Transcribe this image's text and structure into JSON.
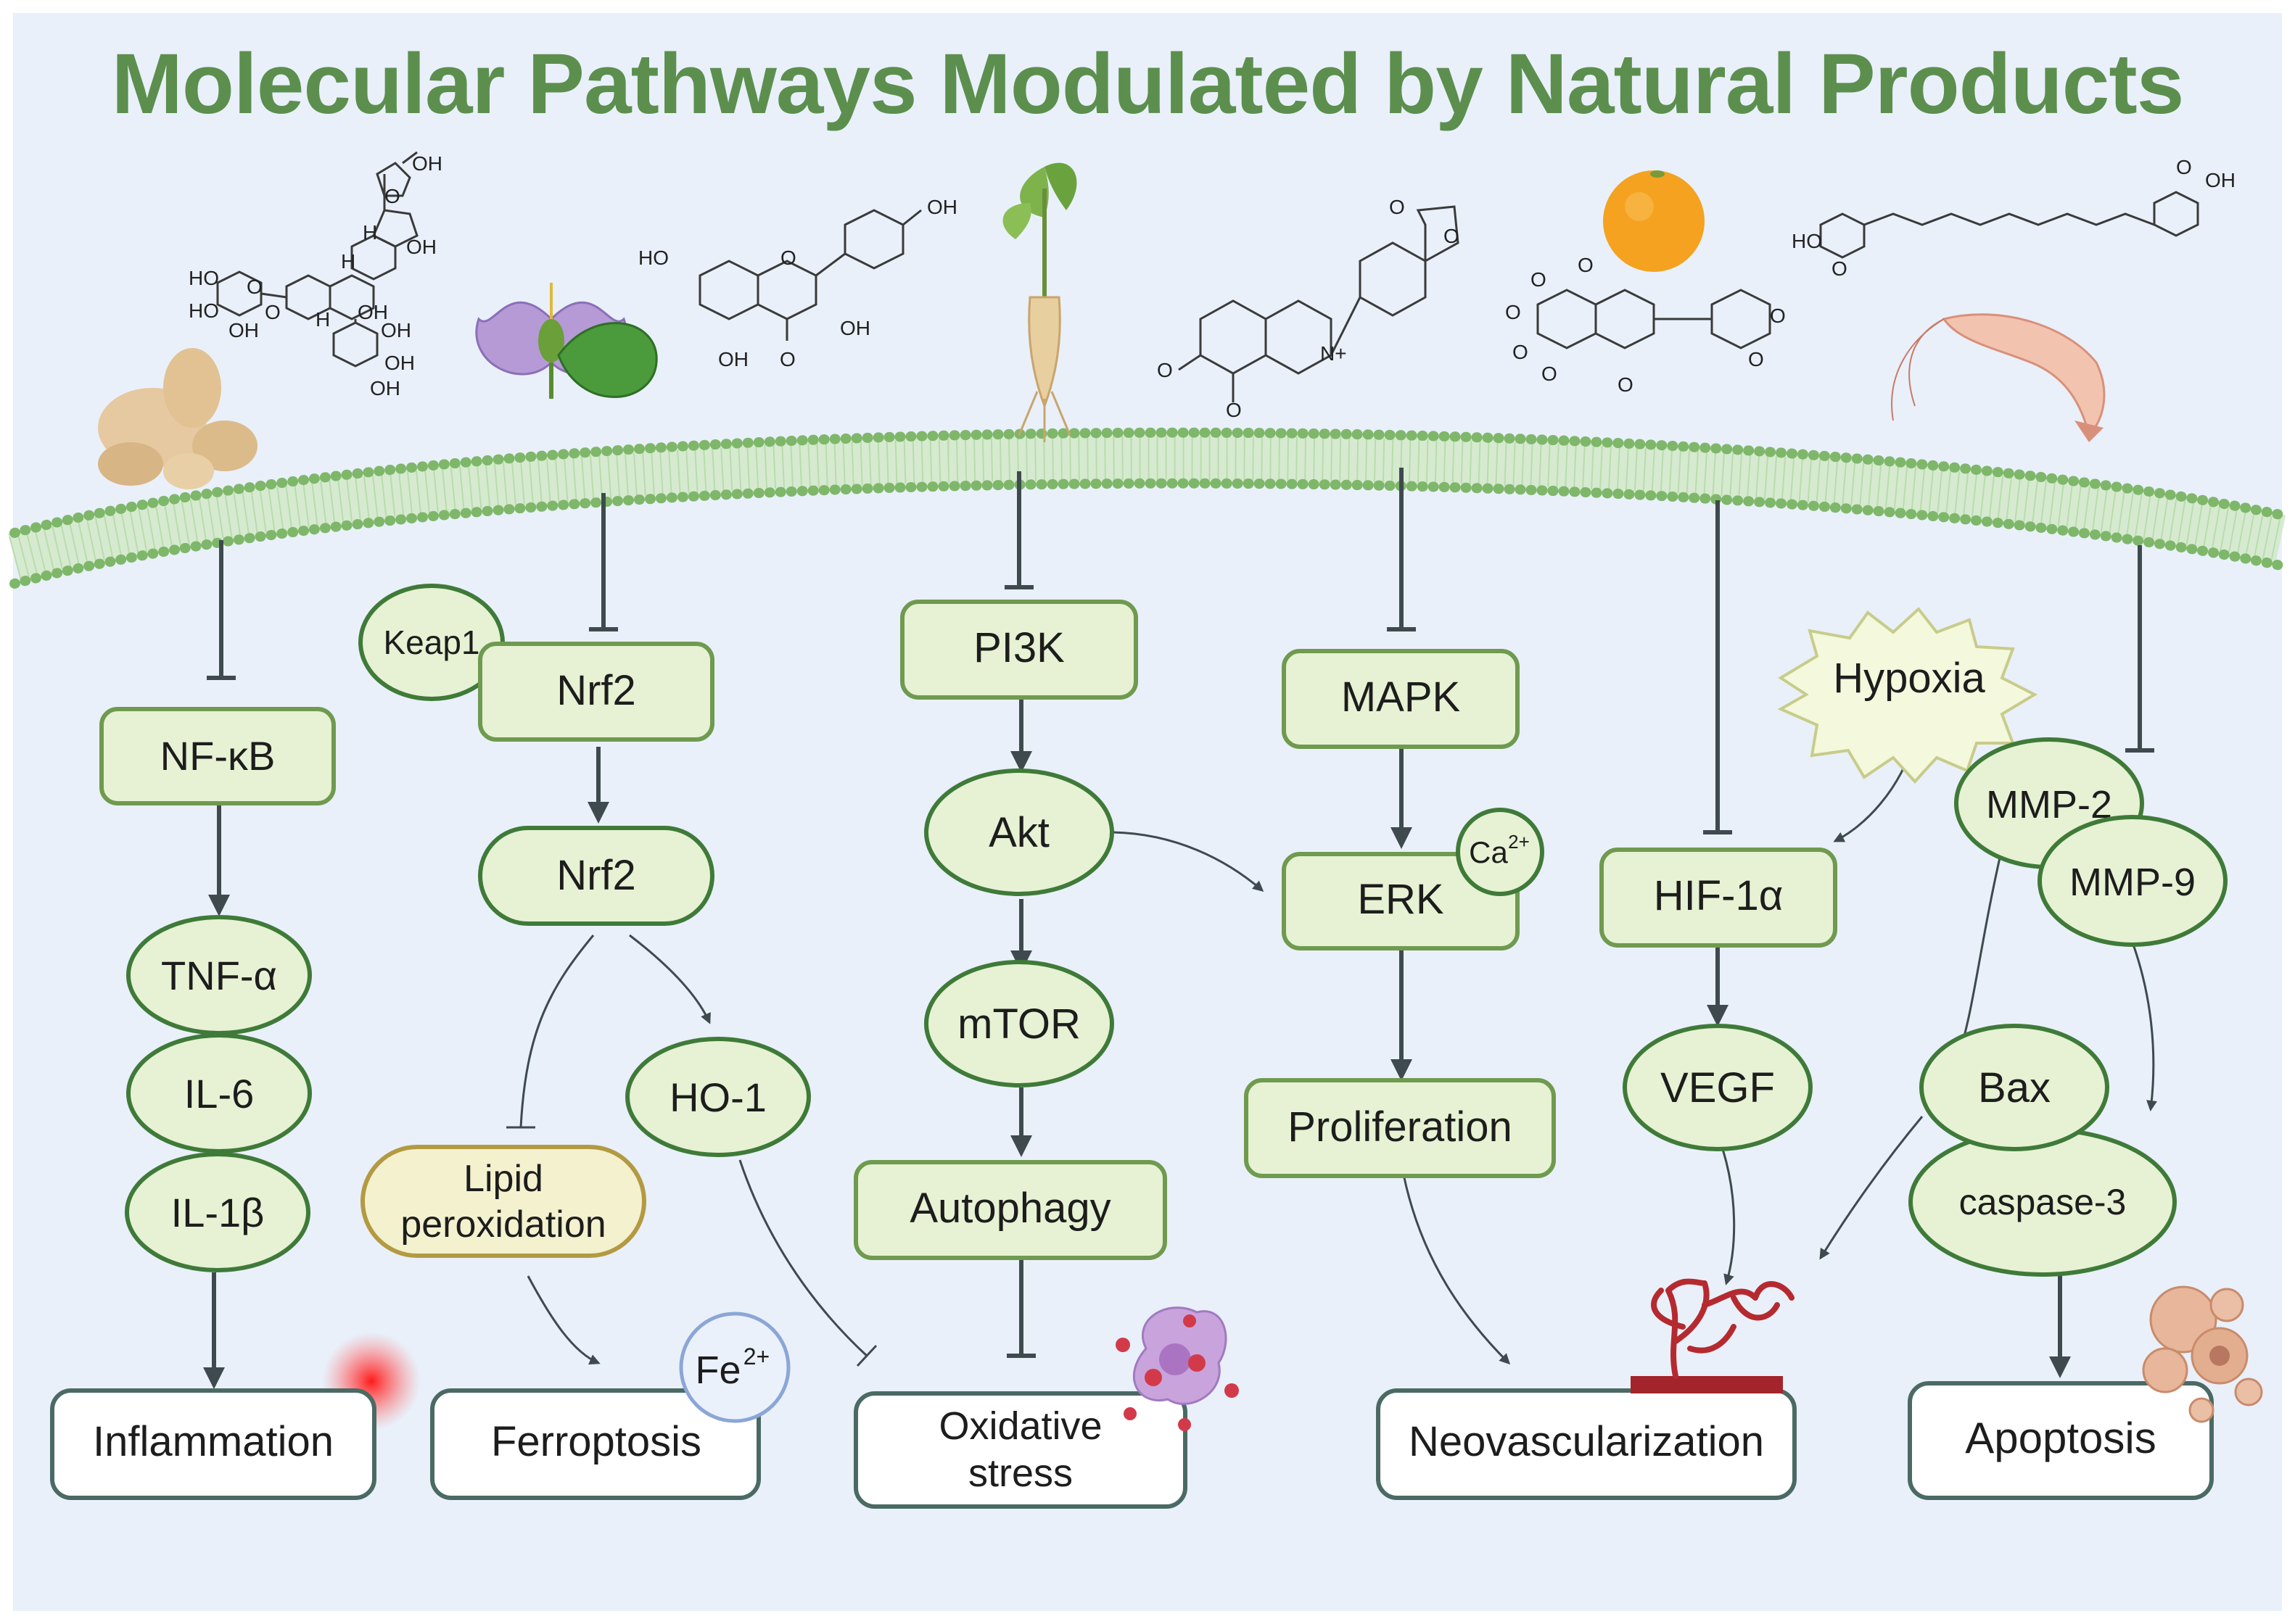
{
  "title": "Molecular Pathways Modulated by Natural Products",
  "colors": {
    "title": "#5c8f4e",
    "background": "#e9f0fa",
    "node_fill": "#e6f2d3",
    "node_stroke": "#6f9a4f",
    "membrane": "#7fb76a"
  },
  "illustrations": [
    "ginger-icon",
    "flower-icon",
    "ginseng-icon",
    "orange-icon",
    "shrimp-icon"
  ],
  "molecule_labels": {
    "m1": [
      "OH",
      "HO",
      "HO",
      "OH",
      "O",
      "O",
      "O",
      "OH",
      "H",
      "H",
      "H",
      "OH",
      "OH",
      "OH",
      "OH"
    ],
    "m2": [
      "HO",
      "OH",
      "OH",
      "OH",
      "O",
      "O"
    ],
    "m3": [
      "O",
      "O",
      "N+",
      "O",
      "O"
    ],
    "m4": [
      "O",
      "O",
      "O",
      "O",
      "O",
      "O",
      "O",
      "O"
    ],
    "m5": [
      "O",
      "OH",
      "HO",
      "O"
    ]
  },
  "nodes": {
    "nfkb": "NF-κB",
    "tnfa": "TNF-α",
    "il6": "IL-6",
    "il1b": "IL-1β",
    "inflammation": "Inflammation",
    "keap1": "Keap1",
    "nrf2_a": "Nrf2",
    "nrf2_b": "Nrf2",
    "ho1": "HO-1",
    "lipid_1": "Lipid",
    "lipid_2": "peroxidation",
    "ferroptosis": "Ferroptosis",
    "fe": "Fe",
    "fe_sup": "2+",
    "pi3k": "PI3K",
    "akt": "Akt",
    "mtor": "mTOR",
    "autophagy": "Autophagy",
    "oxidative_1": "Oxidative",
    "oxidative_2": "stress",
    "mapk": "MAPK",
    "erk": "ERK",
    "ca": "Ca",
    "ca_sup": "2+",
    "proliferation": "Proliferation",
    "neovascularization": "Neovascularization",
    "hypoxia": "Hypoxia",
    "hif1a": "HIF-1α",
    "vegf": "VEGF",
    "mmp2": "MMP-2",
    "mmp9": "MMP-9",
    "bax": "Bax",
    "caspase3": "caspase-3",
    "apoptosis": "Apoptosis"
  }
}
